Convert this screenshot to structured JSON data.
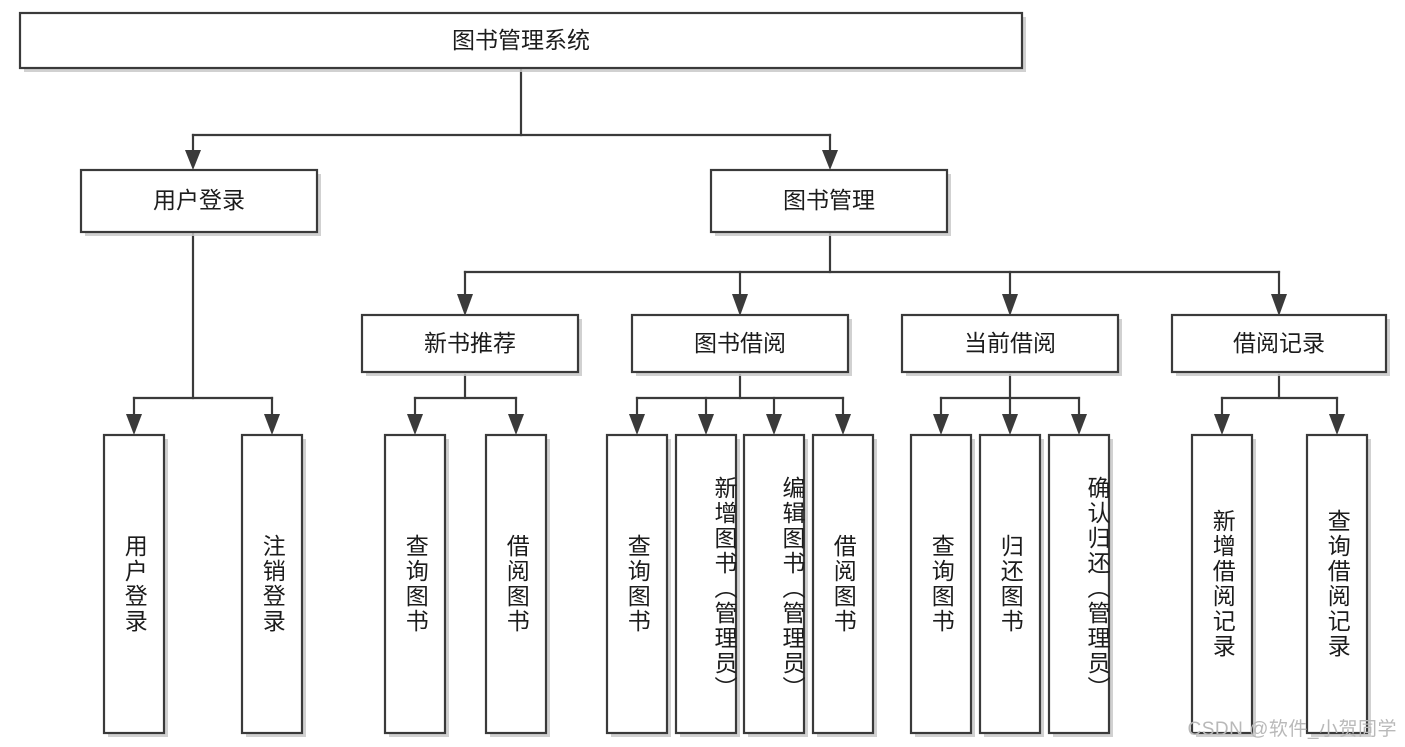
{
  "diagram": {
    "type": "tree",
    "title": "图书管理系统",
    "watermark": "CSDN @软件_小贺同学",
    "colors": {
      "box_fill": "#ffffff",
      "box_stroke": "#3a3a3a",
      "text": "#1c1c1c",
      "shadow": "#c9c9c9",
      "watermark": "#b9b9b9",
      "background": "#ffffff"
    },
    "levels": {
      "root": {
        "label": "图书管理系统"
      },
      "level2": [
        {
          "label": "用户登录"
        },
        {
          "label": "图书管理"
        }
      ],
      "level3": [
        {
          "label": "新书推荐"
        },
        {
          "label": "图书借阅"
        },
        {
          "label": "当前借阅"
        },
        {
          "label": "借阅记录"
        }
      ],
      "leaves": [
        {
          "label": "用户登录",
          "parent": "用户登录"
        },
        {
          "label": "注销登录",
          "parent": "用户登录"
        },
        {
          "label": "查询图书",
          "parent": "新书推荐"
        },
        {
          "label": "借阅图书",
          "parent": "新书推荐"
        },
        {
          "label": "查询图书",
          "parent": "图书借阅"
        },
        {
          "label": "新增图书（管理员）",
          "parent": "图书借阅"
        },
        {
          "label": "编辑图书（管理员）",
          "parent": "图书借阅"
        },
        {
          "label": "借阅图书",
          "parent": "图书借阅"
        },
        {
          "label": "查询图书",
          "parent": "当前借阅"
        },
        {
          "label": "归还图书",
          "parent": "当前借阅"
        },
        {
          "label": "确认归还（管理员）",
          "parent": "当前借阅"
        },
        {
          "label": "新增借阅记录",
          "parent": "借阅记录"
        },
        {
          "label": "查询借阅记录",
          "parent": "借阅记录"
        }
      ]
    }
  }
}
